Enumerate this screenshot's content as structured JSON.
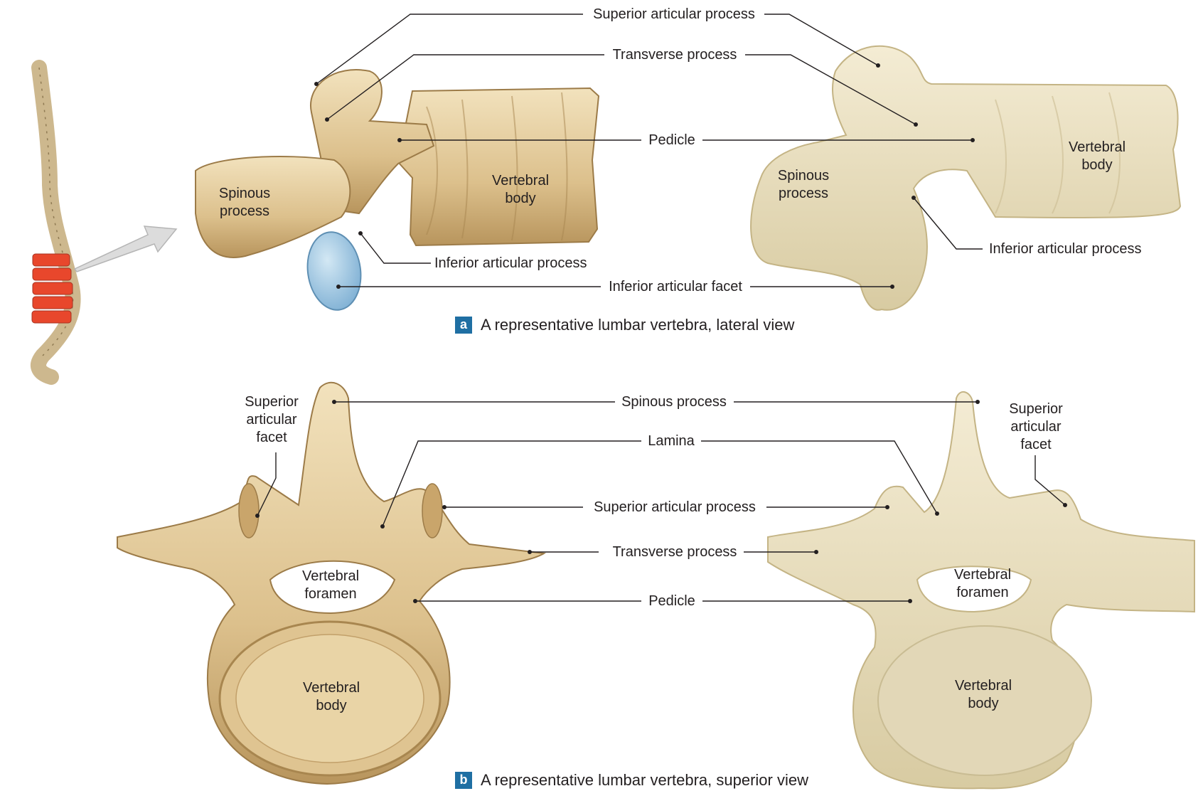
{
  "panels": {
    "a": {
      "badge": "a",
      "caption": "A representative lumbar vertebra, lateral view",
      "labels": {
        "superior_articular_process": "Superior articular process",
        "transverse_process": "Transverse process",
        "pedicle": "Pedicle",
        "inferior_articular_process_left": "Inferior articular process",
        "inferior_articular_process_right": "Inferior articular process",
        "inferior_articular_facet": "Inferior articular facet",
        "spinous_process_left": "Spinous\nprocess",
        "spinous_process_right": "Spinous\nprocess",
        "vertebral_body_left": "Vertebral\nbody",
        "vertebral_body_right": "Vertebral\nbody"
      }
    },
    "b": {
      "badge": "b",
      "caption": "A representative lumbar vertebra, superior view",
      "labels": {
        "spinous_process": "Spinous process",
        "lamina": "Lamina",
        "superior_articular_process": "Superior articular process",
        "transverse_process": "Transverse process",
        "pedicle": "Pedicle",
        "superior_articular_facet_left": "Superior\narticular\nfacet",
        "superior_articular_facet_right": "Superior\narticular\nfacet",
        "vertebral_foramen_left": "Vertebral\nforamen",
        "vertebral_foramen_right": "Vertebral\nforamen",
        "vertebral_body_left": "Vertebral\nbody",
        "vertebral_body_right": "Vertebral\nbody"
      }
    }
  },
  "colors": {
    "bone_illustration": "#e3cc9e",
    "bone_shadow": "#b8955d",
    "bone_photo": "#ede3c6",
    "facet": "#9dc6e2",
    "highlight": "#e8472c",
    "badge": "#1f6fa3",
    "leader_line": "#231f20"
  }
}
